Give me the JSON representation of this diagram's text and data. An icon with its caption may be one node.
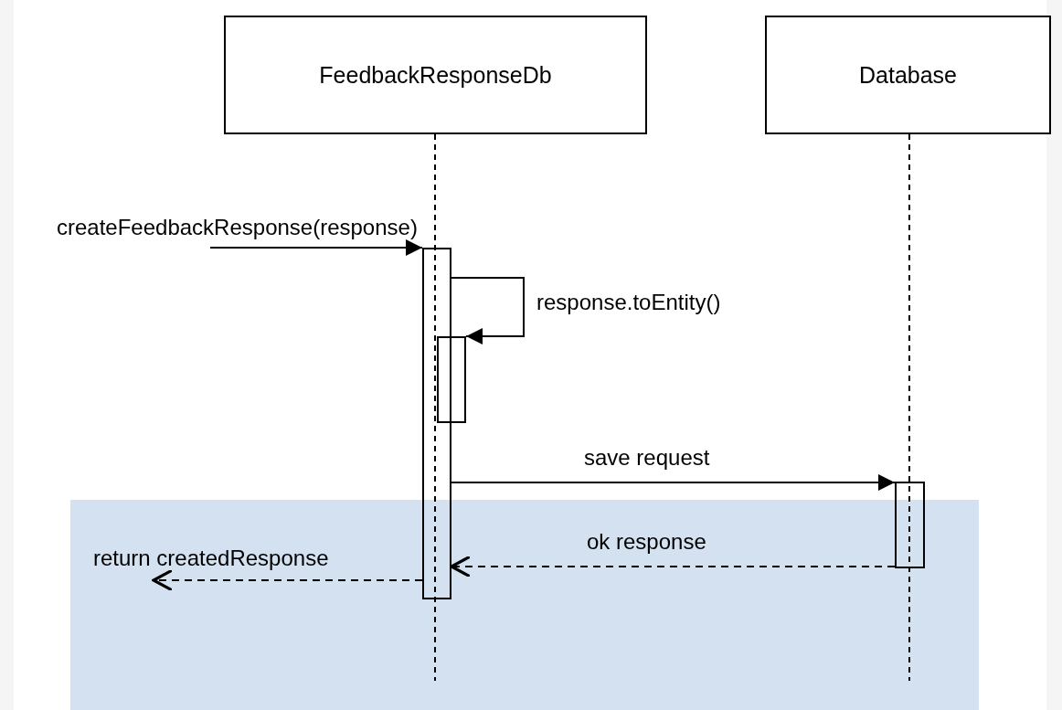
{
  "diagram": {
    "nodes": [
      {
        "text": [
          "FeedbackResponseDb"
        ]
      },
      {
        "text": [
          "Database"
        ]
      },
      {
        "text": [],
        "shape": "bar"
      },
      {
        "text": [],
        "shape": "bar"
      },
      {
        "text": [],
        "shape": "bar"
      }
    ],
    "edges": [
      {
        "from": null,
        "to": 2,
        "arrow": "to",
        "label": "createFeedbackResponse(response)"
      },
      {
        "from": 2,
        "to": 3,
        "arrow": "to",
        "label": "response.toEntity()"
      },
      {
        "from": 2,
        "to": 4,
        "arrow": "to",
        "label": "save request"
      },
      {
        "from": 4,
        "to": 2,
        "arrow": "to",
        "label": "ok response",
        "style": "dashed"
      },
      {
        "from": 2,
        "to": null,
        "arrow": "to",
        "label": "return createdResponse",
        "style": "dashed"
      }
    ]
  }
}
